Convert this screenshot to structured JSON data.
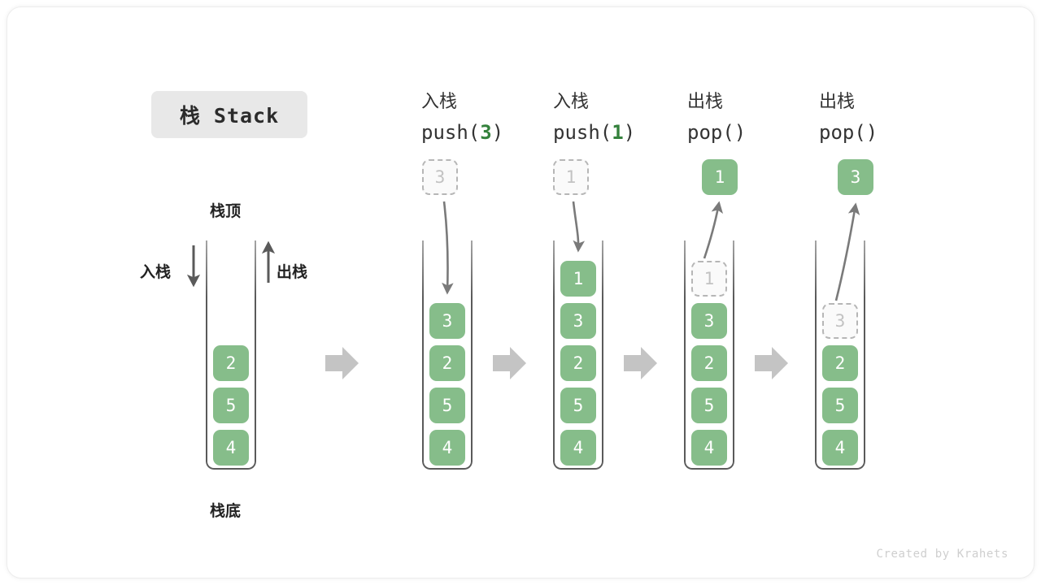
{
  "title_badge": {
    "label": "栈 Stack"
  },
  "watermark": {
    "text": "Created by Krahets"
  },
  "legend": {
    "top_label": "栈顶",
    "bottom_label": "栈底",
    "push_label": "入栈",
    "pop_label": "出栈"
  },
  "colors": {
    "element_fill": "#86bd8a",
    "element_text": "#ffffff",
    "ghost_fill": "#fafafa",
    "ghost_border": "#b6b6b6",
    "ghost_text": "#c2c2c2",
    "accent_green": "#34813c",
    "arrow_gray": "#7a7a7a",
    "step_arrow": "#c4c4c4",
    "badge_bg": "#e8e8e8",
    "wall": "#5a5a5a"
  },
  "steps": [
    {
      "id": "initial",
      "op_cn": "",
      "op_code_prefix": "",
      "op_arg": "",
      "op_code_suffix": "",
      "stack": [
        "2",
        "5",
        "4"
      ],
      "ghost_in_stack": null,
      "pending_value": null,
      "popped_value": null
    },
    {
      "id": "push-3",
      "op_cn": "入栈",
      "op_code_prefix": "push(",
      "op_arg": "3",
      "op_code_suffix": ")",
      "stack": [
        "3",
        "2",
        "5",
        "4"
      ],
      "ghost_in_stack": null,
      "pending_value": "3",
      "popped_value": null
    },
    {
      "id": "push-1",
      "op_cn": "入栈",
      "op_code_prefix": "push(",
      "op_arg": "1",
      "op_code_suffix": ")",
      "stack": [
        "1",
        "3",
        "2",
        "5",
        "4"
      ],
      "ghost_in_stack": null,
      "pending_value": "1",
      "popped_value": null
    },
    {
      "id": "pop-1",
      "op_cn": "出栈",
      "op_code_prefix": "pop(",
      "op_arg": "",
      "op_code_suffix": ")",
      "stack": [
        "3",
        "2",
        "5",
        "4"
      ],
      "ghost_in_stack": "1",
      "pending_value": null,
      "popped_value": "1"
    },
    {
      "id": "pop-3",
      "op_cn": "出栈",
      "op_code_prefix": "pop(",
      "op_arg": "",
      "op_code_suffix": ")",
      "stack": [
        "2",
        "5",
        "4"
      ],
      "ghost_in_stack": "3",
      "pending_value": null,
      "popped_value": "3"
    }
  ]
}
